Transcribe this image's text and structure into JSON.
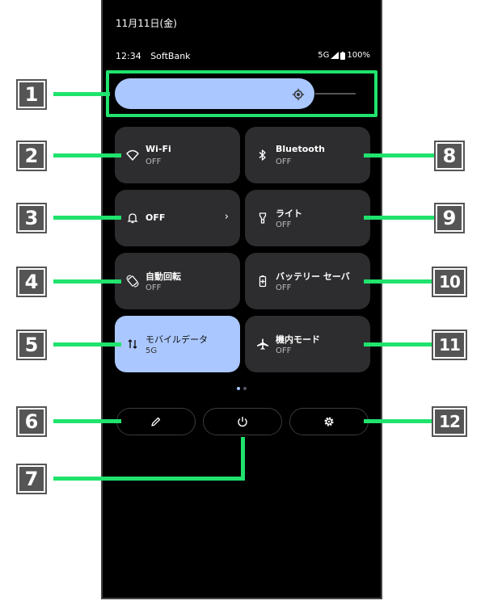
{
  "status_bar": {
    "date": "11月11日(金)",
    "time": "12:34",
    "carrier": "SoftBank",
    "network": "5G",
    "battery": "100%"
  },
  "brightness": {
    "level_fraction": 0.8
  },
  "tiles": [
    {
      "id": "wifi",
      "label": "Wi-Fi",
      "sub": "OFF",
      "icon": "wifi-icon",
      "active": false
    },
    {
      "id": "bluetooth",
      "label": "Bluetooth",
      "sub": "OFF",
      "icon": "bluetooth-icon",
      "active": false
    },
    {
      "id": "sound",
      "label": "OFF",
      "icon": "bell-icon",
      "active": false
    },
    {
      "id": "flashlight",
      "label": "ライト",
      "sub": "OFF",
      "icon": "flashlight-icon",
      "active": false
    },
    {
      "id": "autorotate",
      "label": "自動回転",
      "sub": "OFF",
      "icon": "rotate-icon",
      "active": false
    },
    {
      "id": "battery-saver",
      "label": "バッテリー セーバ",
      "sub": "OFF",
      "icon": "battery-icon",
      "active": false
    },
    {
      "id": "mobile-data",
      "label": "モバイルデータ",
      "sub": "5G",
      "icon": "data-arrows-icon",
      "active": true
    },
    {
      "id": "airplane",
      "label": "機内モード",
      "sub": "OFF",
      "icon": "airplane-icon",
      "active": false
    }
  ],
  "page_dots": {
    "count": 2,
    "current": 1
  },
  "bottom_buttons": [
    "edit-icon",
    "power-icon",
    "gear-icon"
  ],
  "callouts": [
    "1",
    "2",
    "3",
    "4",
    "5",
    "6",
    "7",
    "8",
    "9",
    "10",
    "11",
    "12"
  ],
  "colors": {
    "accent": "#1fe36d",
    "active_tile": "#aac7ff",
    "tile": "#2d2d2f",
    "callout": "#555555"
  }
}
